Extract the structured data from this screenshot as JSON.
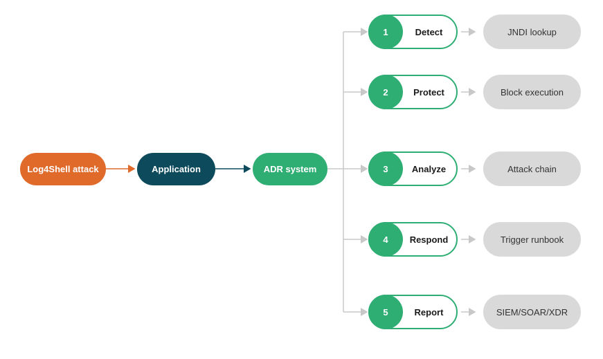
{
  "source": {
    "label": "Log4Shell attack",
    "color": "#e06a2a"
  },
  "application": {
    "label": "Application",
    "color": "#0c4a5c"
  },
  "adr": {
    "label": "ADR system",
    "color": "#2fae74"
  },
  "steps": [
    {
      "num": "1",
      "label": "Detect",
      "outcome": "JNDI lookup"
    },
    {
      "num": "2",
      "label": "Protect",
      "outcome": "Block execution"
    },
    {
      "num": "3",
      "label": "Analyze",
      "outcome": "Attack chain"
    },
    {
      "num": "4",
      "label": "Respond",
      "outcome": "Trigger runbook"
    },
    {
      "num": "5",
      "label": "Report",
      "outcome": "SIEM/SOAR/XDR"
    }
  ],
  "colors": {
    "step_green": "#2fae74",
    "outcome_gray": "#d9d9d9",
    "connector_gray": "#c8c8c8",
    "orange_arrow": "#e06a2a",
    "teal_arrow": "#0c4a5c"
  }
}
